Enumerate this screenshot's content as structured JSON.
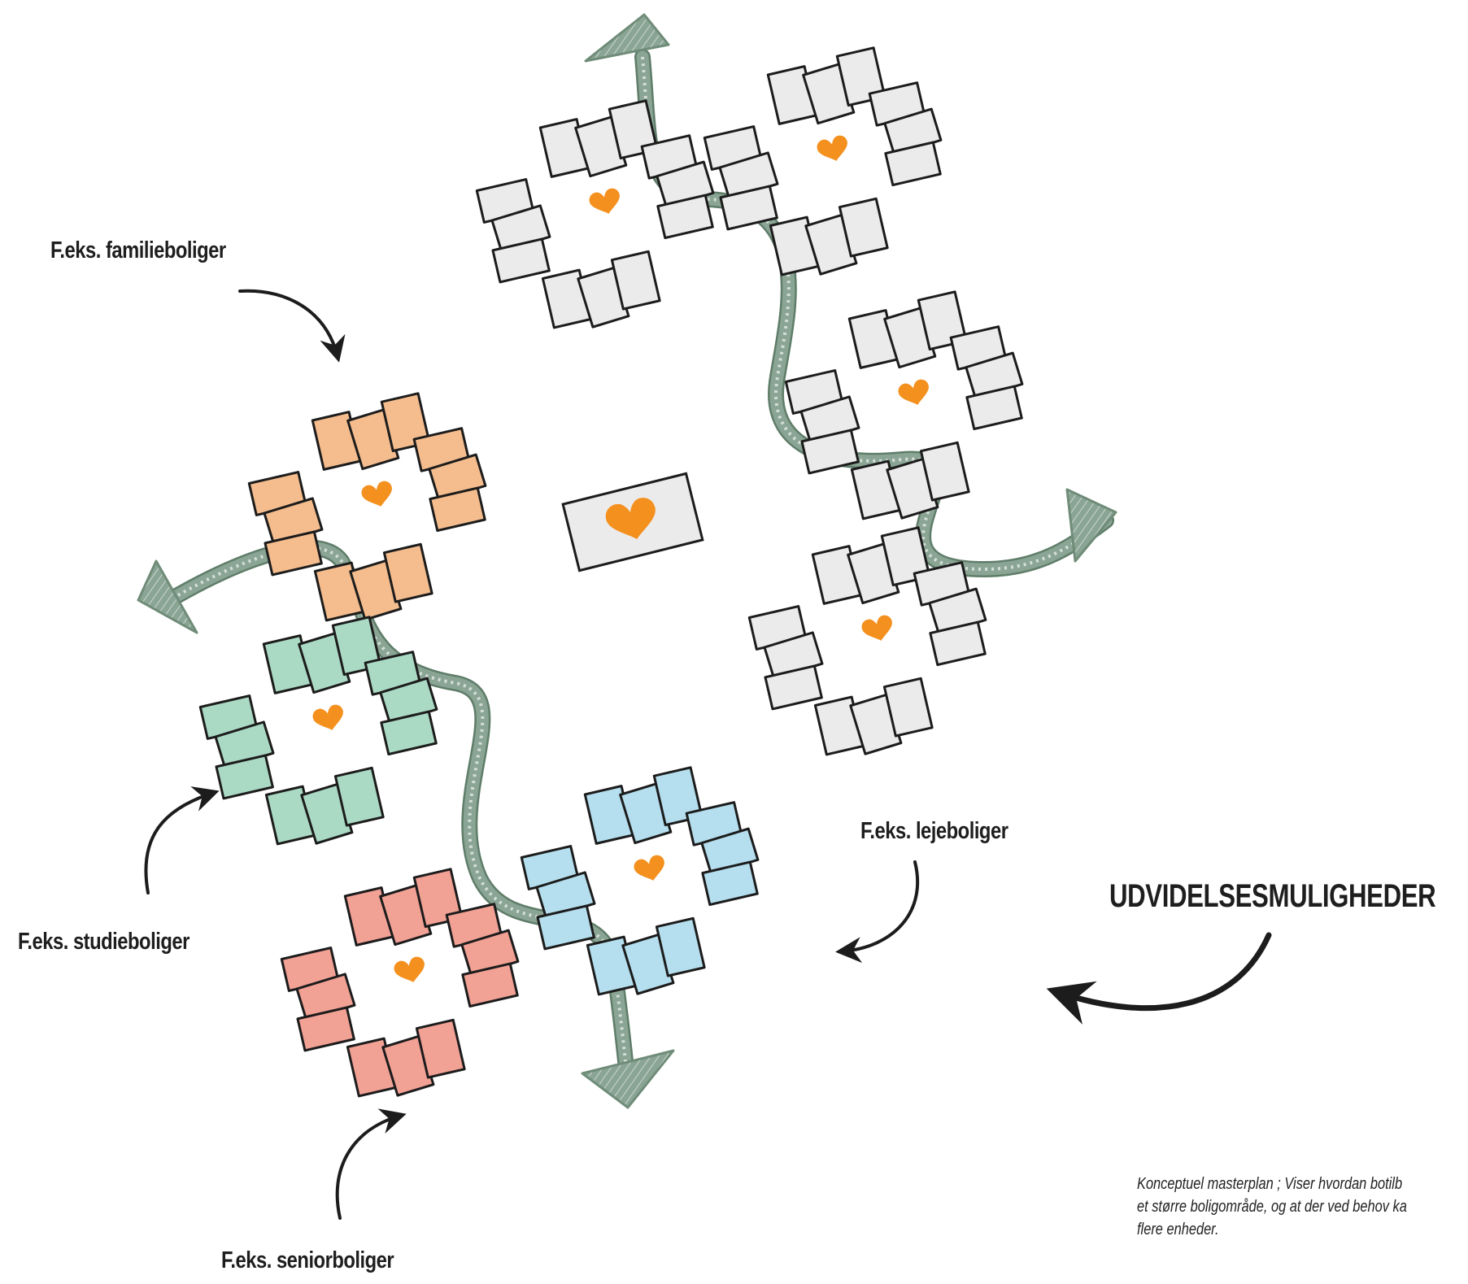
{
  "diagram": {
    "labels": {
      "family": "F.eks. familieboliger",
      "student": "F.eks. studieboliger",
      "rental": "F.eks. lejeboliger",
      "senior": "F.eks. seniorboliger"
    },
    "expansion_heading": "UDVIDELSESMULIGHEDER",
    "caption_lines": [
      "Konceptuel masterplan ; Viser hvordan botilb",
      "et større boligområde, og at der ved behov ka",
      "flere enheder."
    ],
    "colors": {
      "family": "#f5bd8e",
      "student": "#abdac4",
      "rental": "#b5dfee",
      "senior": "#f2a195",
      "future": "#ebebeb",
      "heart": "#f4901e",
      "path": "#8ba595",
      "outline": "#1c1c1c"
    },
    "icons": [
      "heart-icon",
      "arrow-icon"
    ]
  }
}
